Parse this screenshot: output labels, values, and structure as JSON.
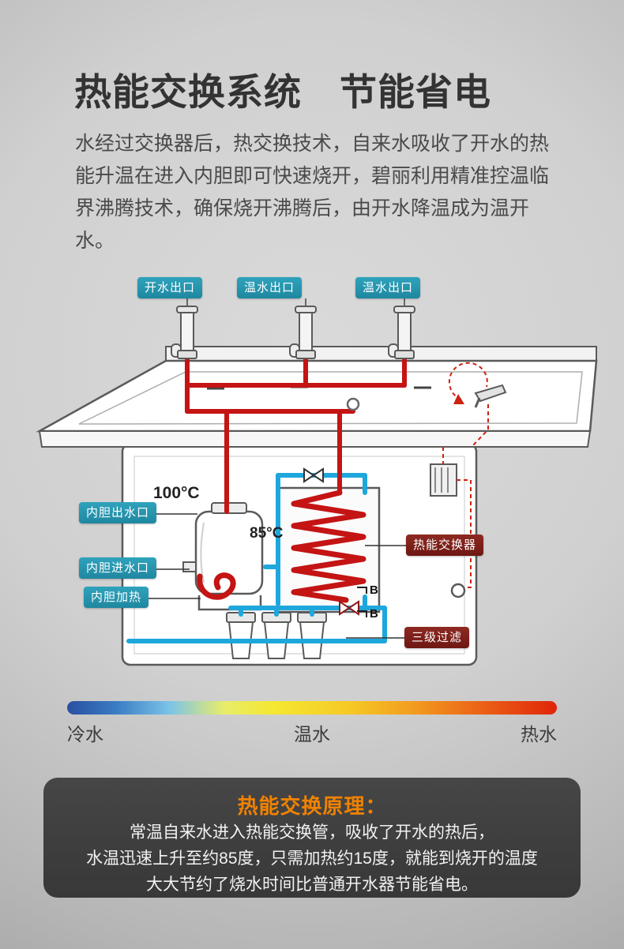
{
  "header": {
    "title": "热能交换系统　节能省电",
    "intro": "水经过交换器后，热交换技术，自来水吸收了开水的热能升温在进入内胆即可快速烧开，碧丽利用精准控温临界沸腾技术，确保烧开沸腾后，由开水降温成为温开水。"
  },
  "diagram": {
    "outlets": [
      {
        "label": "开水出口"
      },
      {
        "label": "温水出口"
      },
      {
        "label": "温水出口"
      }
    ],
    "tank_labels": [
      {
        "label": "内胆出水口"
      },
      {
        "label": "内胆进水口"
      },
      {
        "label": "内胆加热"
      }
    ],
    "component_labels": [
      {
        "label": "热能交换器"
      },
      {
        "label": "三级过滤"
      }
    ],
    "temps": {
      "boil": "100°C",
      "warm": "85°C"
    },
    "markers": {
      "b1": "B",
      "b2": "B"
    }
  },
  "temperature_scale": {
    "cold": "冷水",
    "warm": "温水",
    "hot": "热水"
  },
  "principle": {
    "title": "热能交换原理：",
    "lines": [
      "常温自来水进入热能交换管，吸收了开水的热后，",
      "水温迅速上升至约85度，只需加热约15度，就能到烧开的温度",
      "大大节约了烧水时间比普通开水器节能省电。"
    ]
  },
  "colors": {
    "label_teal": "#2693ac",
    "label_dark_red": "#7c1d18",
    "pipe_hot": "#c41414",
    "pipe_cold": "#1ea7dc",
    "accent_orange": "#f08200"
  }
}
